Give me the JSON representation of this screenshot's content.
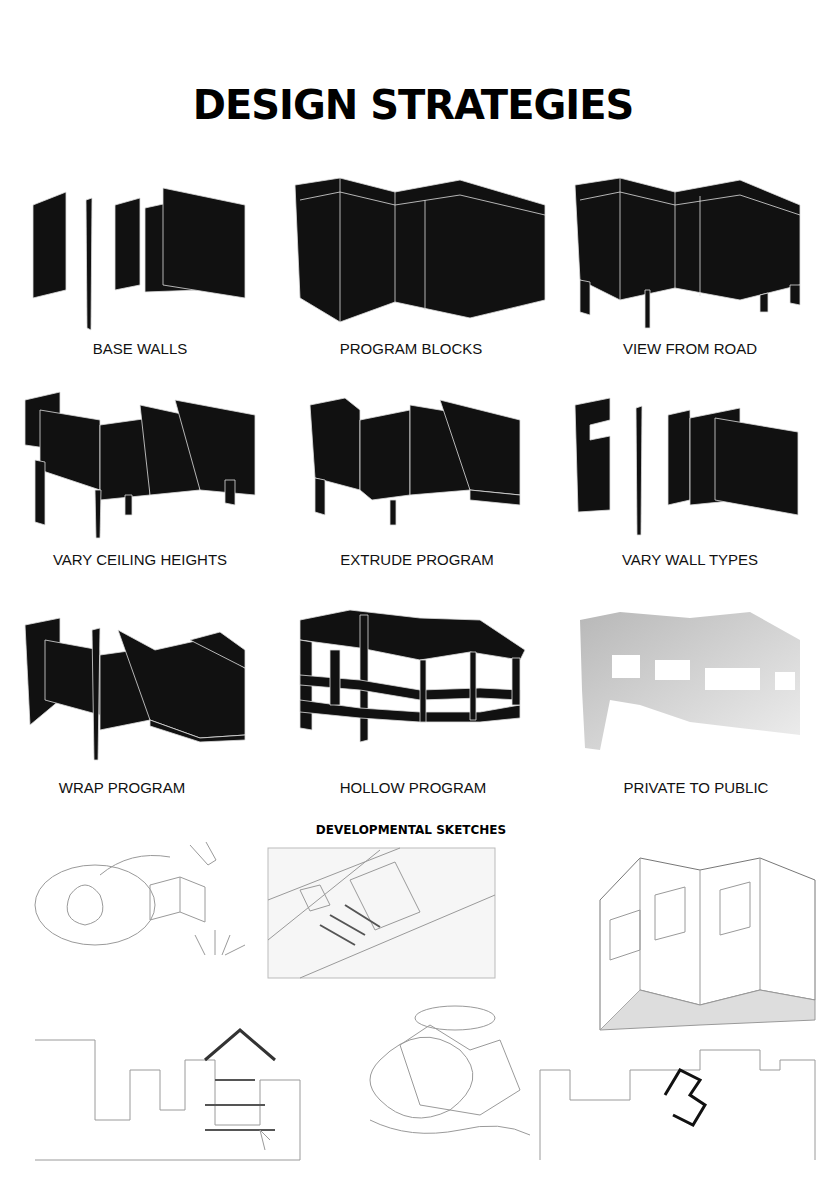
{
  "diagram": {
    "title": "DESIGN STRATEGIES",
    "labels": [
      "BASE WALLS",
      "PROGRAM BLOCKS",
      "VIEW FROM ROAD",
      "VARY CEILING HEIGHTS",
      "EXTRUDE PROGRAM",
      "VARY WALL TYPES",
      "WRAP PROGRAM",
      "HOLLOW PROGRAM",
      "PRIVATE TO PUBLIC",
      "DEVELOPMENTAL SKETCHES"
    ]
  }
}
